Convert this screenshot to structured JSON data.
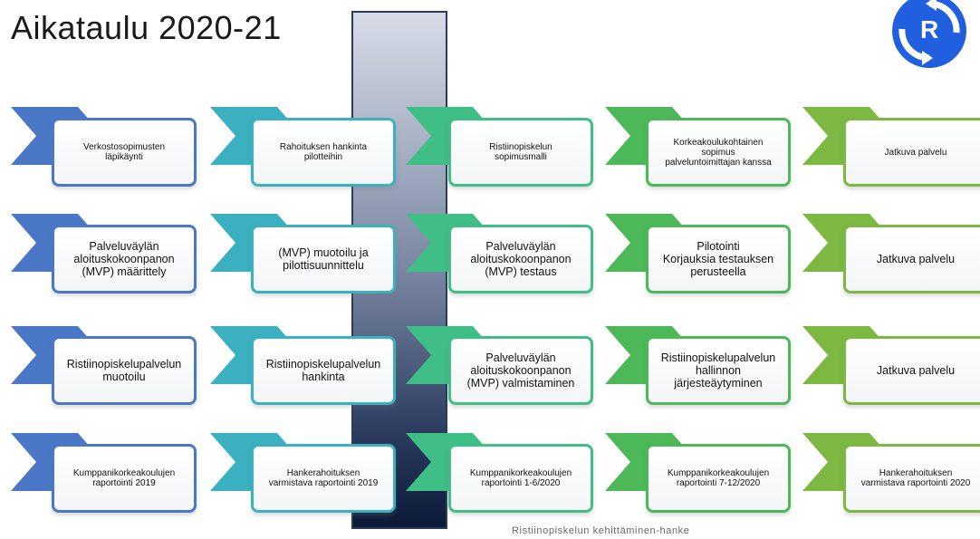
{
  "title": "Aikataulu 2020-21",
  "logo": {
    "icon": "r-arrows-logo-icon",
    "letter": "R",
    "color": "#1f5fe0"
  },
  "footer": "Ristiinopiskelun kehittäminen-hanke",
  "column_colors": [
    "#4a78c6",
    "#3ab0c0",
    "#3fbf86",
    "#4cb857",
    "#7db843"
  ],
  "rows": [
    {
      "size": "small",
      "cells": [
        "Verkostosopimusten\nläpikäynti",
        "Rahoituksen hankinta\npilotteihin",
        "Ristiinopiskelun\nsopimusmalli",
        "Korkeakoulukohtainen\nsopimus\npalveluntoimittajan kanssa",
        "Jatkuva palvelu"
      ]
    },
    {
      "size": "big",
      "cells": [
        "Palveluväylän\naloituskokoonpanon\n(MVP) määrittely",
        "(MVP) muotoilu ja\npilottisuunnittelu",
        "Palveluväylän\naloituskokoonpanon\n(MVP) testaus",
        "Pilotointi\nKorjauksia testauksen\nperusteella",
        "Jatkuva palvelu"
      ]
    },
    {
      "size": "big",
      "cells": [
        "Ristiinopiskelupalvelun\nmuotoilu",
        "Ristiinopiskelupalvelun\nhankinta",
        "Palveluväylän\naloituskokoonpanon\n(MVP) valmistaminen",
        "Ristiinopiskelupalvelun\nhallinnon\njärjesteäytyminen",
        "Jatkuva palvelu"
      ]
    },
    {
      "size": "small",
      "cells": [
        "Kumppanikorkeakoulujen\nraportointi 2019",
        "Hankerahoituksen\nvarmistava raportointi 2019",
        "Kumppanikorkeakoulujen\nraportointi 1-6/2020",
        "Kumppanikorkeakoulujen\nraportointi 7-12/2020",
        "Hankerahoituksen\nvarmistava raportointi 2020"
      ]
    }
  ]
}
